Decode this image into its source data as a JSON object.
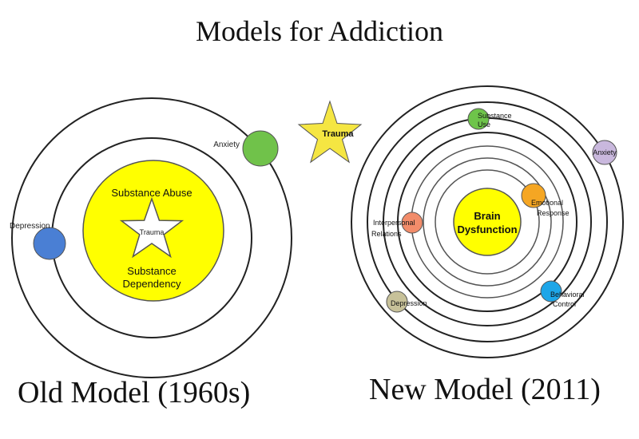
{
  "title": "Models for Addiction",
  "old_model": {
    "caption": "Old Model (1960s)",
    "center_line1": "Substance Abuse",
    "center_line2": "Substance",
    "center_line3": "Dependency",
    "star_label": "Trauma",
    "anxiety_label": "Anxiety",
    "depression_label": "Depression",
    "colors": {
      "center": "#ffff00",
      "anxiety": "#70c24a",
      "depression": "#4a7fd4"
    }
  },
  "new_model": {
    "caption": "New Model (2011)",
    "trauma_label": "Trauma",
    "center_line1": "Brain",
    "center_line2": "Dysfunction",
    "substance_line1": "Substance",
    "substance_line2": "Use",
    "anxiety_label": "Anxiety",
    "emotional_line1": "Emotional",
    "emotional_line2": "Response",
    "interpersonal_line1": "Interpersonal",
    "interpersonal_line2": "Relations",
    "behavioral_line1": "Behavioral",
    "behavioral_line2": "Control",
    "depression_label": "Depression",
    "colors": {
      "center": "#ffff00",
      "trauma_star": "#f5e642",
      "substance": "#6ec44a",
      "anxiety": "#c9b8dd",
      "emotional": "#f5a623",
      "interpersonal": "#f28c6a",
      "behavioral": "#1ea6e8",
      "depression": "#c7c199"
    }
  }
}
